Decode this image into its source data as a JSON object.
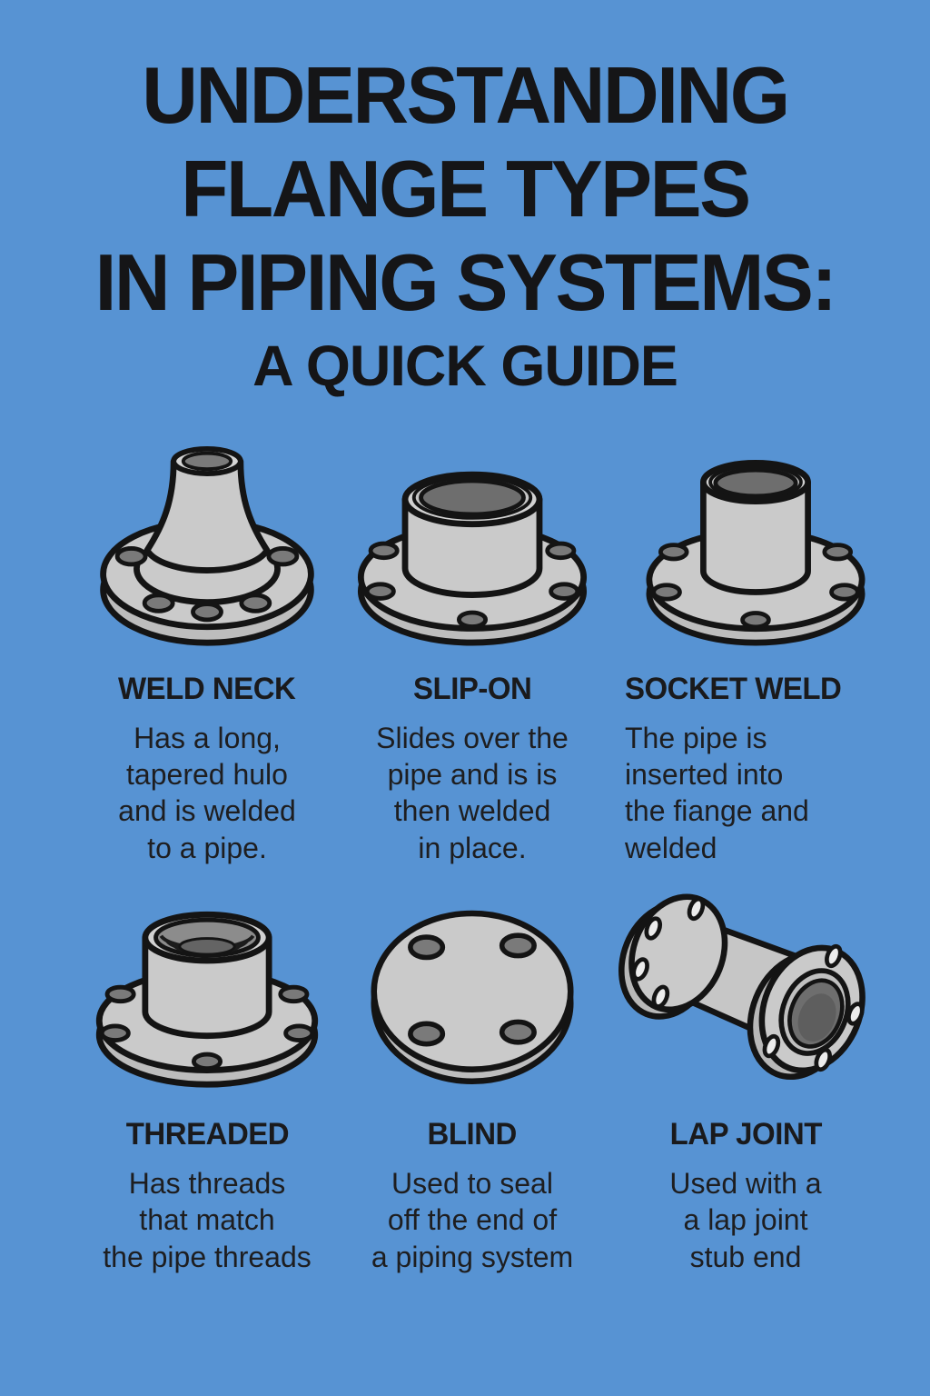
{
  "poster": {
    "title": "UNDERSTANDING\nFLANGE TYPES\nIN PIPING SYSTEMS:",
    "subtitle": "A QUICK GUIDE",
    "colors": {
      "background": "#5793d3",
      "text": "#1b1b1d",
      "flange_body": "#cacaca",
      "flange_side": "#bdbdbd",
      "flange_hole": "#7a7a7a",
      "flange_bore": "#6e6e6e",
      "outline": "#141414"
    },
    "flanges": [
      {
        "name": "WELD NECK",
        "description": "Has a long,\ntapered hulo\nand is welded\nto a pipe.",
        "icon": "weld-neck-flange-illustration"
      },
      {
        "name": "SLIP-ON",
        "description": "Slides over the\npipe and is is\nthen welded\nin place.",
        "icon": "slip-on-flange-illustration"
      },
      {
        "name": "SOCKET WELD",
        "description": "The pipe is\ninserted into\nthe fiange and\nwelded",
        "icon": "socket-weld-flange-illustration"
      },
      {
        "name": "THREADED",
        "description": "Has threads\nthat match\nthe pipe threads",
        "icon": "threaded-flange-illustration"
      },
      {
        "name": "BLIND",
        "description": "Used to seal\noff the end of\na piping system",
        "icon": "blind-flange-illustration"
      },
      {
        "name": "LAP JOINT",
        "description": "Used with a\na lap joint\nstub end",
        "icon": "lap-joint-flange-illustration"
      }
    ]
  }
}
